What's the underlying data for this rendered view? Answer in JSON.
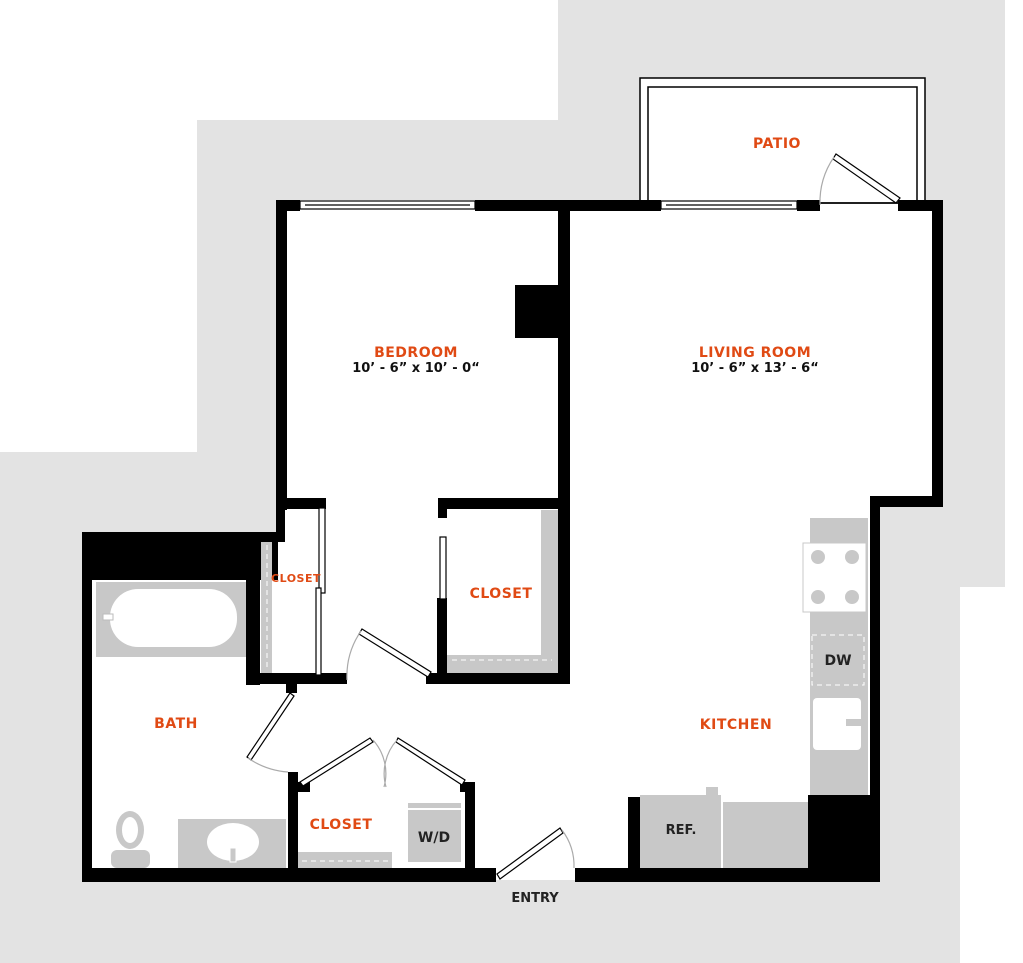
{
  "colors": {
    "label": "#e04a14",
    "background": "#e3e3e3",
    "fixture": "#c8c8c8",
    "wall": "#000000"
  },
  "rooms": {
    "patio": {
      "label": "PATIO"
    },
    "bedroom": {
      "label": "BEDROOM",
      "dimensions": "10’ - 6” x 10’ - 0“"
    },
    "living_room": {
      "label": "LIVING ROOM",
      "dimensions": "10’ - 6” x 13’ - 6“"
    },
    "bedroom_closet_small": {
      "label": "CLOSET"
    },
    "bedroom_closet": {
      "label": "CLOSET"
    },
    "kitchen": {
      "label": "KITCHEN"
    },
    "bath": {
      "label": "BATH"
    },
    "hall_closet": {
      "label": "CLOSET"
    },
    "entry": {
      "label": "ENTRY"
    }
  },
  "appliances": {
    "dishwasher": "DW",
    "washer_dryer": "W/D",
    "refrigerator": "REF."
  }
}
